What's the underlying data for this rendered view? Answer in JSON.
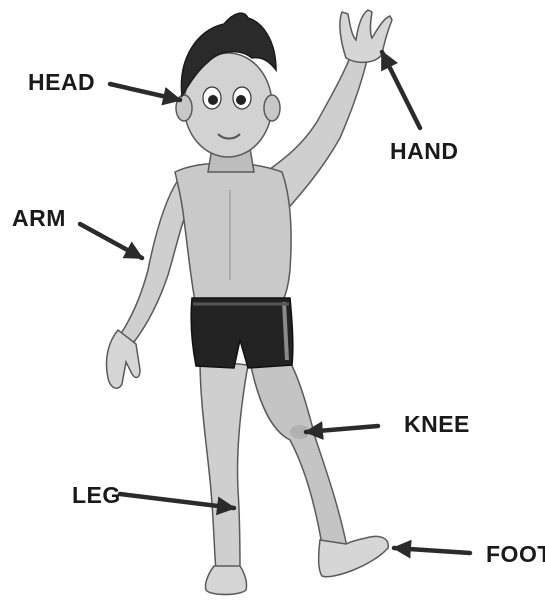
{
  "labels": {
    "head": "HEAD",
    "hand": "HAND",
    "arm": "ARM",
    "knee": "KNEE",
    "leg": "LEG",
    "foot": "FOOT"
  },
  "colors": {
    "skin": "#cfcfcf",
    "skin_shade": "#a9a9a9",
    "hair": "#2a2a2a",
    "trunks": "#222222",
    "trunk_stripe": "#8a8a8a",
    "arrow": "#2b2b2b",
    "outline": "#5a5a5a"
  }
}
